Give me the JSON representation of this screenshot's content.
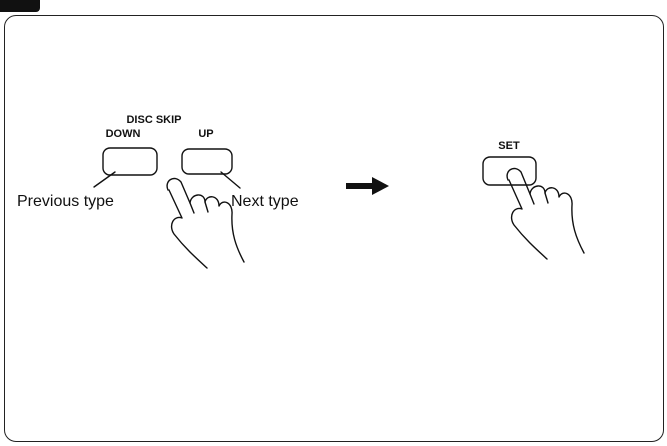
{
  "panel": {
    "group_label": "DISC SKIP",
    "down_label": "DOWN",
    "up_label": "UP",
    "set_label": "SET"
  },
  "captions": {
    "previous": "Previous type",
    "next": "Next type"
  }
}
